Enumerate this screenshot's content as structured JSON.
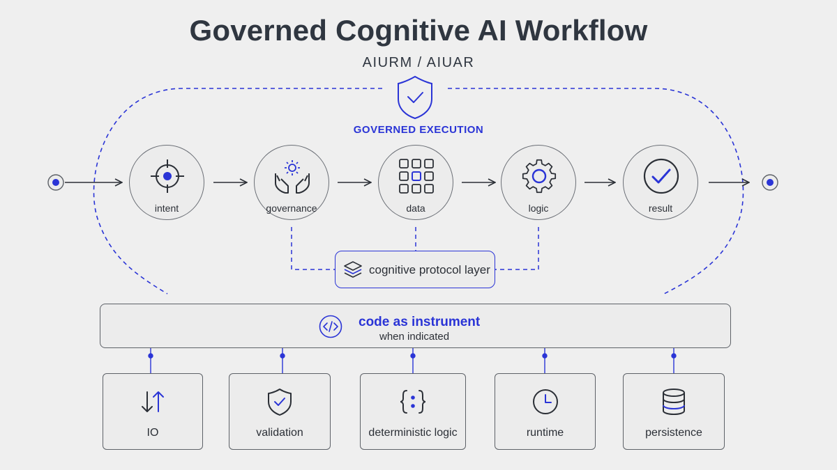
{
  "title": "Governed Cognitive AI Workflow",
  "subtitle": "AIURM / AIUAR",
  "governed_label": "GOVERNED EXECUTION",
  "nodes": [
    {
      "label": "intent",
      "icon": "target-icon"
    },
    {
      "label": "governance",
      "icon": "hands-gear-icon"
    },
    {
      "label": "data",
      "icon": "grid-icon"
    },
    {
      "label": "logic",
      "icon": "gear-icon"
    },
    {
      "label": "result",
      "icon": "check-circle-icon"
    }
  ],
  "protocol_layer": {
    "label": "cognitive protocol layer",
    "icon": "layers-icon"
  },
  "code_bar": {
    "title": "code as instrument",
    "subtitle": "when indicated",
    "icon": "code-icon"
  },
  "tools": [
    {
      "label": "IO",
      "icon": "arrows-icon"
    },
    {
      "label": "validation",
      "icon": "shield-check-icon"
    },
    {
      "label": "deterministic logic",
      "icon": "braces-icon"
    },
    {
      "label": "runtime",
      "icon": "clock-icon"
    },
    {
      "label": "persistence",
      "icon": "database-icon"
    }
  ],
  "colors": {
    "accent": "#2a34d6",
    "stroke": "#5d6167",
    "background": "#efefef",
    "text": "#2f3640"
  }
}
